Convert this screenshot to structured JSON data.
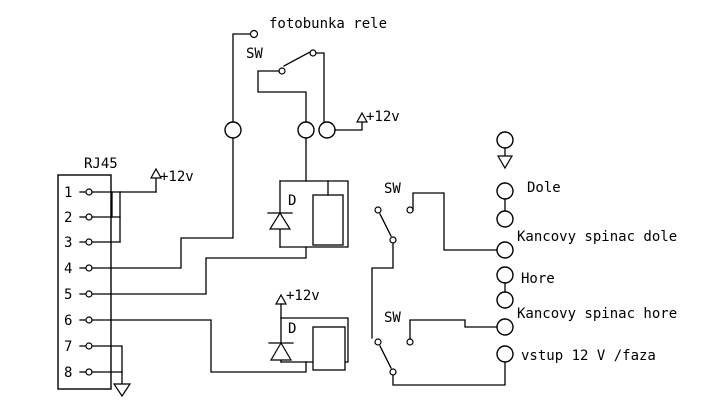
{
  "labels": {
    "photocell_relay": "fotobunka rele",
    "sw": "SW",
    "supply": "+12v",
    "connector": "RJ45",
    "diode": "D",
    "down": "Dole",
    "limit_down": "Kancovy spinac dole",
    "up": "Hore",
    "limit_up": "Kancovy spinac hore",
    "input": "vstup 12 V /faza"
  },
  "rj45_pins": [
    "1",
    "2",
    "3",
    "4",
    "5",
    "6",
    "7",
    "8"
  ]
}
